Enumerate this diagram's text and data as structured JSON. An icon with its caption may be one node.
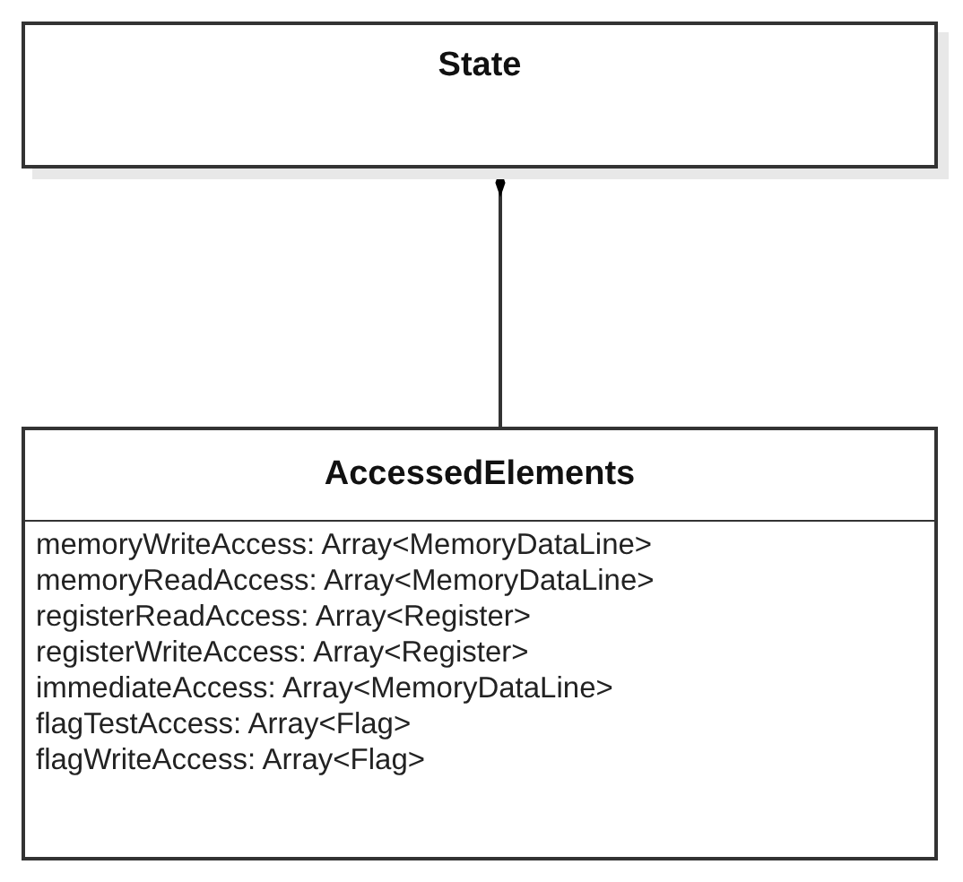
{
  "diagram": {
    "nodes": [
      {
        "text": [
          "State"
        ]
      },
      {
        "text": [
          "AccessedElements",
          "memoryWriteAccess: Array<MemoryDataLine>",
          "memoryReadAccess: Array<MemoryDataLine>",
          "registerReadAccess: Array<Register>",
          "registerWriteAccess: Array<Register>",
          "immediateAccess: Array<MemoryDataLine>",
          "flagTestAccess: Array<Flag>",
          "flagWriteAccess: Array<Flag>"
        ]
      }
    ],
    "edges": [
      {
        "from": 0,
        "to": 1,
        "arrow": "other"
      }
    ]
  }
}
